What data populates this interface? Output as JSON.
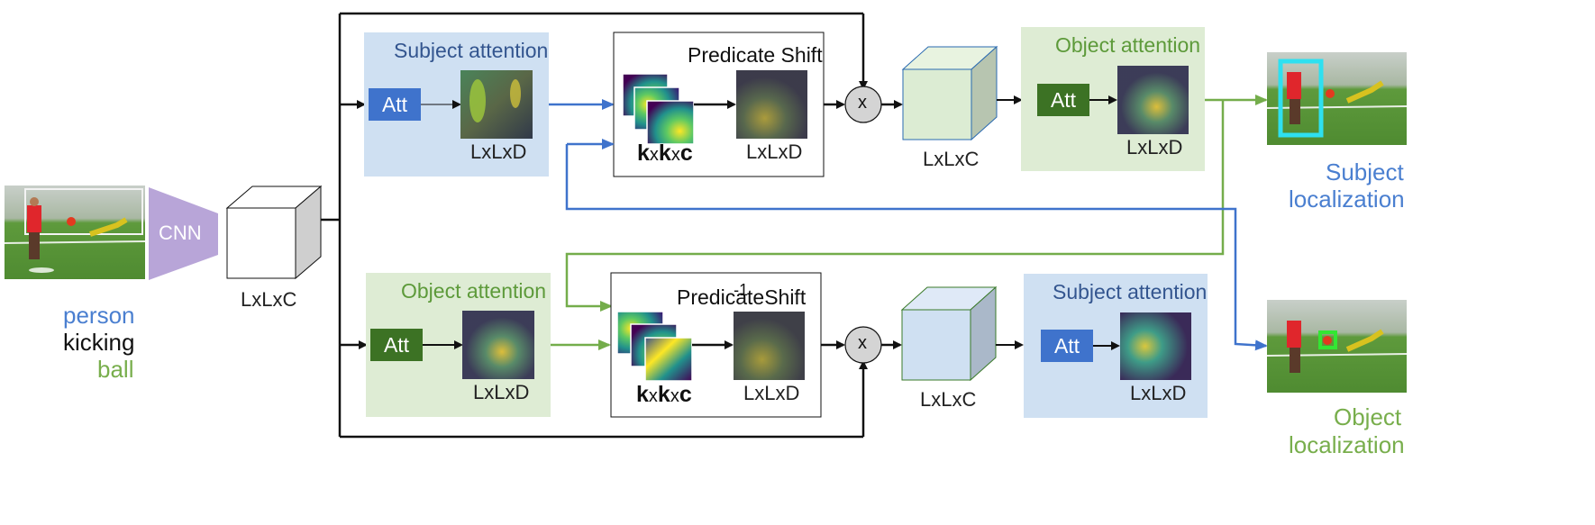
{
  "input": {
    "subject": "person",
    "predicate": "kicking",
    "object": "ball"
  },
  "cnn_label": "CNN",
  "feature_dim": "LxLxC",
  "top_branch": {
    "attention_title": "Subject attention",
    "att_label": "Att",
    "attention_dim": "LxLxD",
    "shift_title": "Predicate Shift",
    "kernel_k1": "k",
    "kernel_x1": "x",
    "kernel_k2": "k",
    "kernel_x2": "x",
    "kernel_c": "c",
    "shift_dim": "LxLxD",
    "multiply": "x",
    "cube_dim": "LxLxC",
    "second_attention_title": "Object attention",
    "second_att_label": "Att",
    "second_attention_dim": "LxLxD",
    "output_line1": "Subject",
    "output_line2": "localization"
  },
  "bottom_branch": {
    "attention_title": "Object attention",
    "att_label": "Att",
    "attention_dim": "LxLxD",
    "shift_title_pre": "Predicate",
    "shift_superscript": "-1",
    "shift_title_post": "Shift",
    "kernel_k1": "k",
    "kernel_x1": "x",
    "kernel_k2": "k",
    "kernel_x2": "x",
    "kernel_c": "c",
    "shift_dim": "LxLxD",
    "multiply": "x",
    "cube_dim": "LxLxC",
    "second_attention_title": "Subject attention",
    "second_att_label": "Att",
    "second_attention_dim": "LxLxD",
    "output_line1": "Object",
    "output_line2": "localization"
  },
  "colors": {
    "blue_arrow": "#3f73cc",
    "green_arrow": "#74ad4b",
    "light_blue_panel": "#cfe0f2",
    "light_green_panel": "#deecd4",
    "att_blue": "#3f73cc",
    "att_green": "#3c7224",
    "cnn_purple": "#b8a5d8",
    "subject_box": "#2ee0f0",
    "object_box": "#33e633"
  }
}
